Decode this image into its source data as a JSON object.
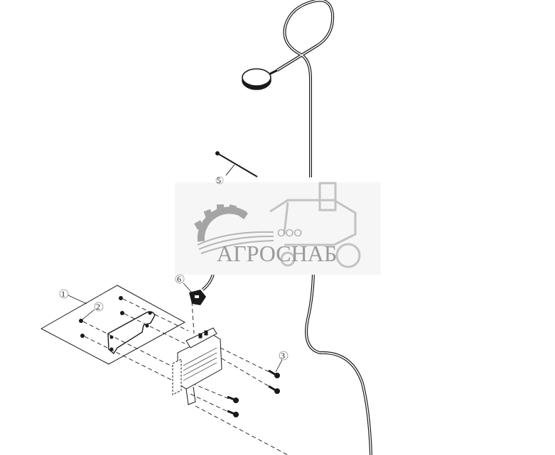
{
  "diagram": {
    "type": "exploded parts view",
    "subject": "GPS receiver antenna and control unit (ECU) mounting",
    "background_color": "#ffffff",
    "line_color": "#1a1a1a",
    "callouts": [
      {
        "id": "1",
        "label": "1",
        "part": "mounting plate / bracket area"
      },
      {
        "id": "2",
        "label": "2",
        "part": "nut"
      },
      {
        "id": "3",
        "label": "3",
        "part": "bolt"
      },
      {
        "id": "5",
        "label": "5",
        "part": "cable tie"
      },
      {
        "id": "6",
        "label": "6",
        "part": "connector"
      }
    ],
    "parts": [
      "antenna",
      "antenna cable",
      "cable tie",
      "connector",
      "control unit",
      "bracket",
      "nuts",
      "bolts"
    ]
  },
  "watermark": {
    "prefix": "ООО",
    "brand": "АГРОСНАБ",
    "text_color": "#9a9a9a",
    "background_color": "#f4f4f4"
  }
}
